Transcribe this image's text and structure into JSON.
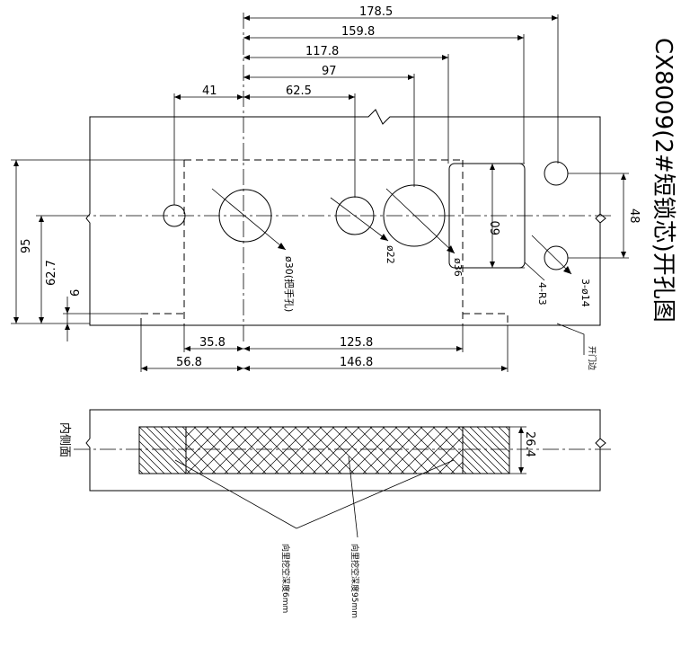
{
  "title": "CX8009(2#短锁芯)开孔图",
  "dims": {
    "d178_5": "178.5",
    "d159_8": "159.8",
    "d117_8": "117.8",
    "d97": "97",
    "d41": "41",
    "d62_5": "62.5",
    "d95": "95",
    "d62_7": "62.7",
    "d6": "6",
    "d35_8": "35.8",
    "d125_8": "125.8",
    "d56_8": "56.8",
    "d146_8": "146.8",
    "d60": "60",
    "d48": "48",
    "d26_4": "26.4"
  },
  "callouts": {
    "hole30": "ø30(把手孔)",
    "hole22": "ø22",
    "hole36": "ø36",
    "radius": "4-R3",
    "holes14": "3-ø14",
    "door_edge": "开门边",
    "inner_side": "内侧面",
    "depth6": "向里挖空深度6mm",
    "depth95": "向里挖空深度95mm"
  }
}
